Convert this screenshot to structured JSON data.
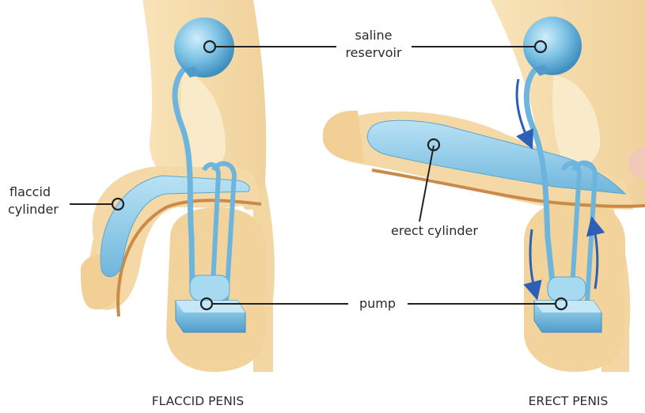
{
  "labels": {
    "reservoir_line1": "saline",
    "reservoir_line2": "reservoir",
    "flaccid_line1": "flaccid",
    "flaccid_line2": "cylinder",
    "erect_cylinder": "erect cylinder",
    "pump": "pump"
  },
  "captions": {
    "left": "FLACCID PENIS",
    "right": "ERECT PENIS"
  },
  "colors": {
    "skin": "#f5dcaa",
    "skin_shadow": "#e9c98c",
    "organ": "#8fcbe6",
    "organ_dark": "#5aa6cf",
    "arrow": "#2b5fb8",
    "line": "#222222"
  }
}
